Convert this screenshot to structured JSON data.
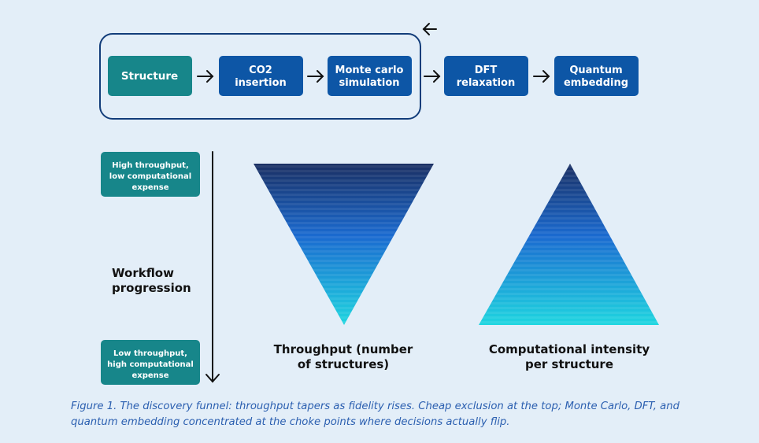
{
  "pipeline": {
    "steps": [
      {
        "lines": [
          "Structure"
        ],
        "color": "#17868a"
      },
      {
        "lines": [
          "CO2",
          "insertion"
        ],
        "color": "#0d56a6"
      },
      {
        "lines": [
          "Monte carlo",
          "simulation"
        ],
        "color": "#0d56a6"
      },
      {
        "lines": [
          "DFT",
          "relaxation"
        ],
        "color": "#0d56a6"
      },
      {
        "lines": [
          "Quantum",
          "embedding"
        ],
        "color": "#0d56a6"
      }
    ],
    "group_outline_color": "#123d7a"
  },
  "workflow": {
    "top_box": [
      "High throughput,",
      "low computational",
      "expense"
    ],
    "bottom_box": [
      "Low throughput,",
      "high computational",
      "expense"
    ],
    "axis_label": [
      "Workflow",
      "progression"
    ],
    "box_color": "#17868a"
  },
  "funnels": {
    "throughput_label": [
      "Throughput (number",
      "of structures)"
    ],
    "intensity_label": [
      "Computational intensity",
      "per structure"
    ],
    "gradient_dark": "#1a2f63",
    "gradient_mid": "#1a6ad0",
    "gradient_light": "#1fd6e0"
  },
  "caption": "Figure 1. The discovery funnel: throughput tapers as fidelity rises. Cheap exclusion at the top; Monte Carlo, DFT, and quantum embedding concentrated at the choke points where decisions actually flip."
}
